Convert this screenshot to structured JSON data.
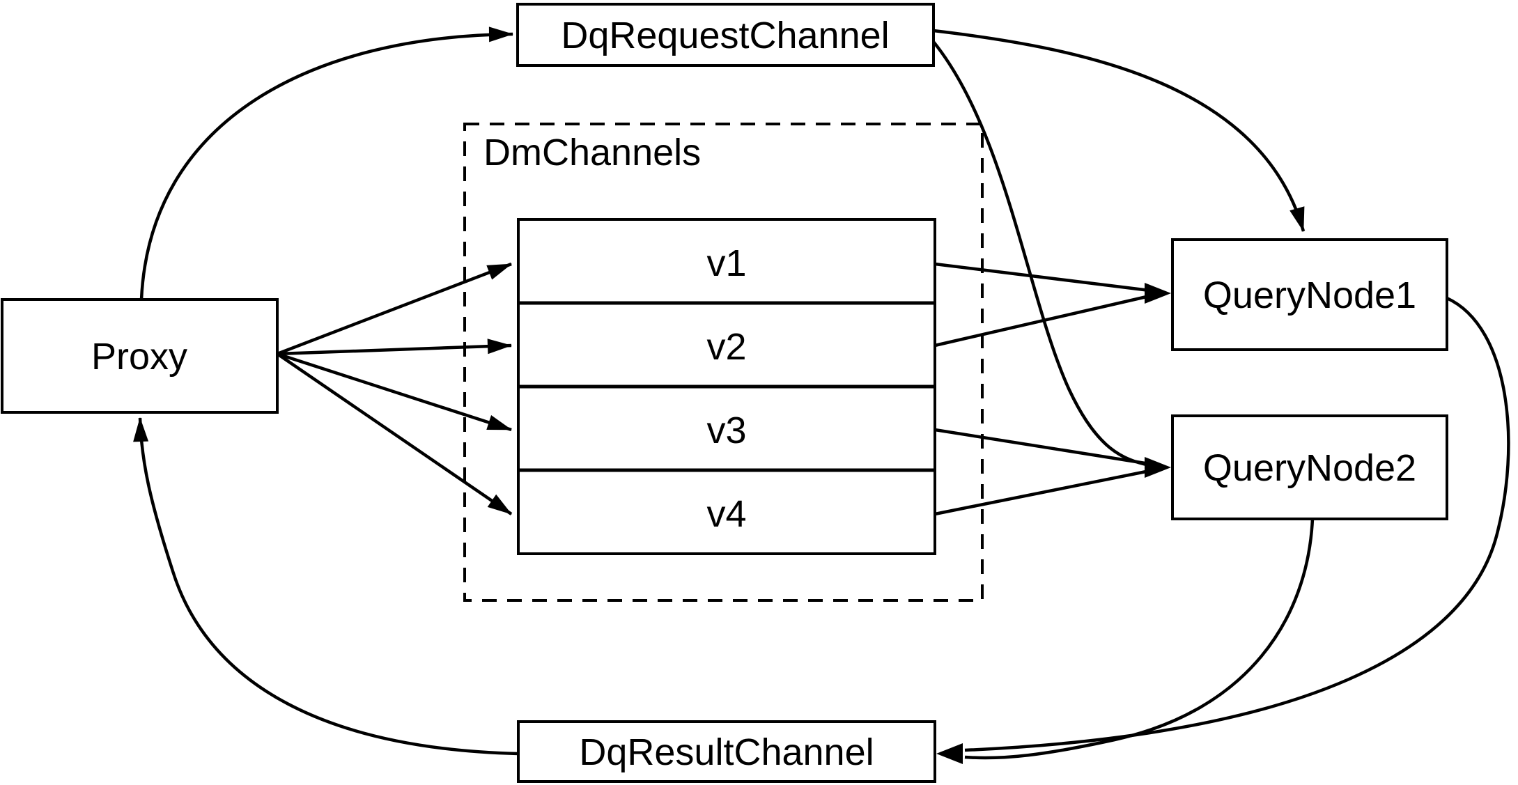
{
  "diagram": {
    "colors": {
      "stroke": "#000000",
      "background": "#ffffff"
    },
    "nodes": {
      "proxy": {
        "label": "Proxy"
      },
      "request_channel": {
        "label": "DqRequestChannel"
      },
      "result_channel": {
        "label": "DqResultChannel"
      },
      "query_node_1": {
        "label": "QueryNode1"
      },
      "query_node_2": {
        "label": "QueryNode2"
      }
    },
    "group": {
      "label": "DmChannels"
    },
    "channels": [
      {
        "label": "v1"
      },
      {
        "label": "v2"
      },
      {
        "label": "v3"
      },
      {
        "label": "v4"
      }
    ],
    "edges": [
      {
        "from": "Proxy",
        "to": "DqRequestChannel"
      },
      {
        "from": "Proxy",
        "to": "v1"
      },
      {
        "from": "Proxy",
        "to": "v2"
      },
      {
        "from": "Proxy",
        "to": "v3"
      },
      {
        "from": "Proxy",
        "to": "v4"
      },
      {
        "from": "v1",
        "to": "QueryNode1"
      },
      {
        "from": "v2",
        "to": "QueryNode1"
      },
      {
        "from": "v3",
        "to": "QueryNode2"
      },
      {
        "from": "v4",
        "to": "QueryNode2"
      },
      {
        "from": "DqRequestChannel",
        "to": "QueryNode1"
      },
      {
        "from": "DqRequestChannel",
        "to": "QueryNode2"
      },
      {
        "from": "QueryNode1",
        "to": "DqResultChannel"
      },
      {
        "from": "QueryNode2",
        "to": "DqResultChannel"
      },
      {
        "from": "DqResultChannel",
        "to": "Proxy"
      }
    ]
  }
}
